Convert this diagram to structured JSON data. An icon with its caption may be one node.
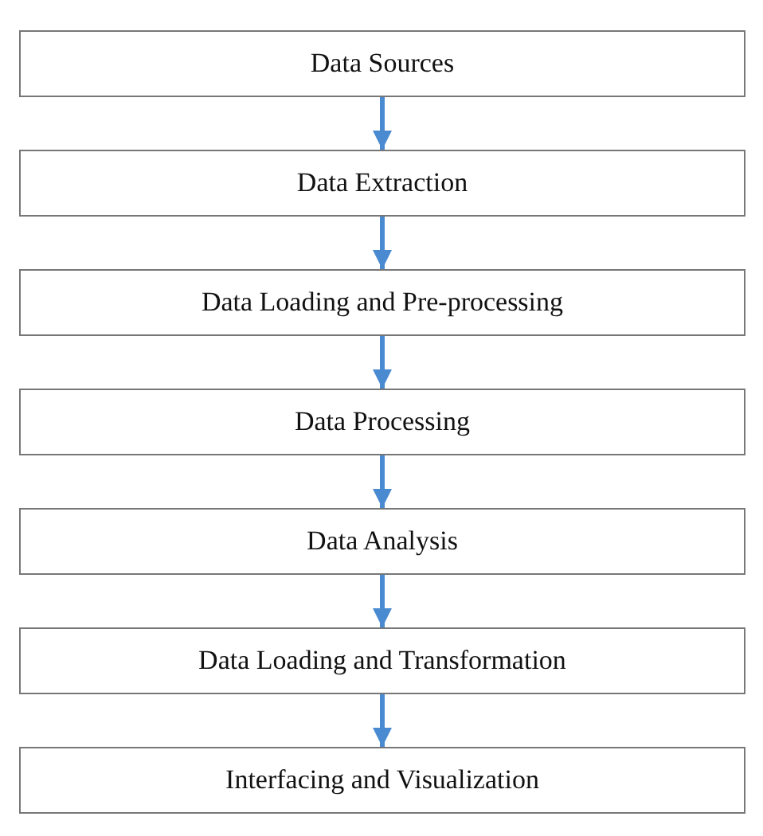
{
  "diagram": {
    "nodes": [
      {
        "text": [
          "Data Sources"
        ]
      },
      {
        "text": [
          "Data Extraction"
        ]
      },
      {
        "text": [
          "Data Loading and Pre-processing"
        ]
      },
      {
        "text": [
          "Data Processing"
        ]
      },
      {
        "text": [
          "Data Analysis"
        ]
      },
      {
        "text": [
          "Data Loading and Transformation"
        ]
      },
      {
        "text": [
          "Interfacing and Visualization"
        ]
      }
    ],
    "edges": [
      {
        "from": 0,
        "to": 1,
        "arrow": "to"
      },
      {
        "from": 1,
        "to": 2,
        "arrow": "to"
      },
      {
        "from": 2,
        "to": 3,
        "arrow": "to"
      },
      {
        "from": 3,
        "to": 4,
        "arrow": "to"
      },
      {
        "from": 4,
        "to": 5,
        "arrow": "to"
      },
      {
        "from": 5,
        "to": 6,
        "arrow": "to"
      }
    ]
  }
}
